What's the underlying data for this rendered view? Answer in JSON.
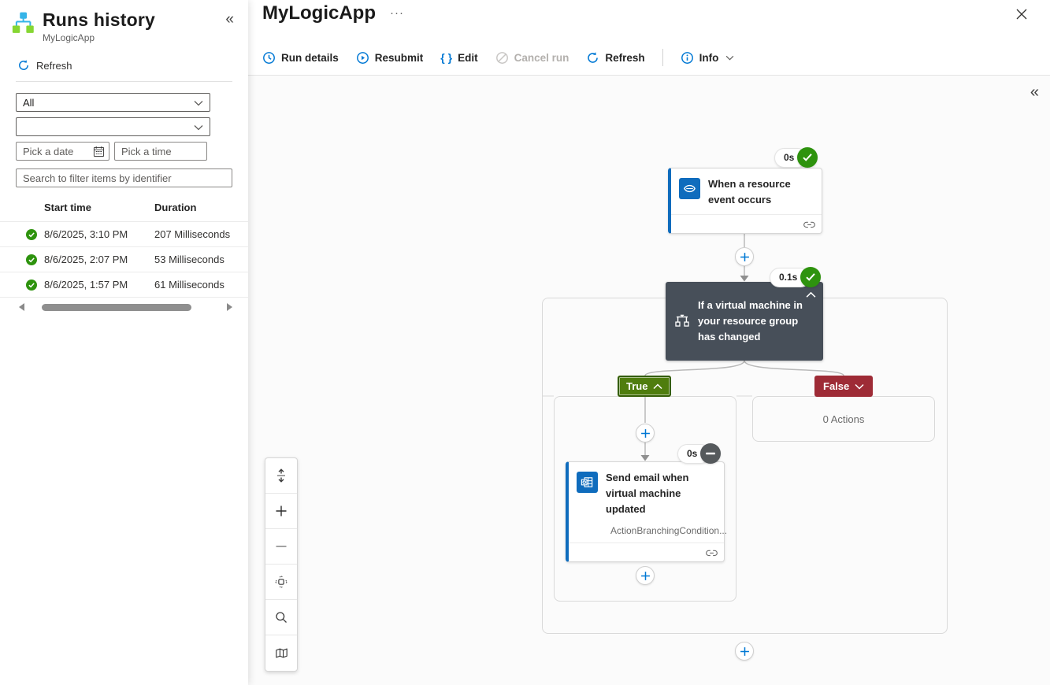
{
  "colors": {
    "accent": "#0078d4",
    "success_green": "#2e930e",
    "skipped_gray": "#55595c",
    "condition_dark": "#474f59",
    "true_green": "#4f7d0e",
    "false_red": "#9e2b36"
  },
  "sidebar": {
    "title": "Runs history",
    "subtitle": "MyLogicApp",
    "refresh_label": "Refresh",
    "collapse_icon": "«",
    "filters": {
      "status_value": "All",
      "date_placeholder": "Pick a date",
      "time_placeholder": "Pick a time",
      "search_placeholder": "Search to filter items by identifier"
    },
    "table": {
      "columns": [
        "Start time",
        "Duration"
      ],
      "rows": [
        {
          "status": "success",
          "start_time": "8/6/2025, 3:10 PM",
          "duration": "207 Milliseconds"
        },
        {
          "status": "success",
          "start_time": "8/6/2025, 2:07 PM",
          "duration": "53 Milliseconds"
        },
        {
          "status": "success",
          "start_time": "8/6/2025, 1:57 PM",
          "duration": "61 Milliseconds"
        }
      ]
    }
  },
  "header": {
    "title": "MyLogicApp",
    "more_icon": "···"
  },
  "toolbar": {
    "items": [
      {
        "label": "Run details"
      },
      {
        "label": "Resubmit"
      },
      {
        "label": "Edit",
        "glyph": "{ }"
      },
      {
        "label": "Cancel run"
      },
      {
        "label": "Refresh"
      },
      {
        "label": "Info"
      }
    ]
  },
  "canvas": {
    "collapse_icon": "«",
    "trigger": {
      "title": "When a resource event occurs",
      "duration_badge": "0s",
      "status": "success"
    },
    "condition": {
      "title": "If a virtual machine in your resource group has changed",
      "duration_badge": "0.1s",
      "status": "success"
    },
    "true_branch": {
      "label": "True",
      "action": {
        "title": "Send email when virtual machine updated",
        "note": "ActionBranchingCondition...",
        "duration_badge": "0s",
        "status": "skipped"
      }
    },
    "false_branch": {
      "label": "False",
      "empty_text": "0 Actions"
    }
  }
}
